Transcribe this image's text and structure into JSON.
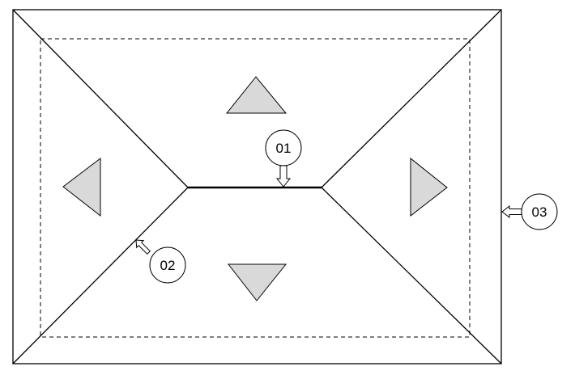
{
  "diagram": {
    "kind": "hip-roof-plan",
    "callouts": [
      {
        "id": "01",
        "label": "01",
        "points_to": "ridge-line",
        "arrow_direction": "down"
      },
      {
        "id": "02",
        "label": "02",
        "points_to": "hip-line",
        "arrow_direction": "up-left"
      },
      {
        "id": "03",
        "label": "03",
        "points_to": "outer-edge",
        "arrow_direction": "left"
      }
    ],
    "slope_arrows": [
      {
        "direction": "up"
      },
      {
        "direction": "down"
      },
      {
        "direction": "left"
      },
      {
        "direction": "right"
      }
    ]
  },
  "colors": {
    "stroke": "#000000",
    "arrow_fill": "#d9d9d9",
    "background": "#ffffff"
  }
}
